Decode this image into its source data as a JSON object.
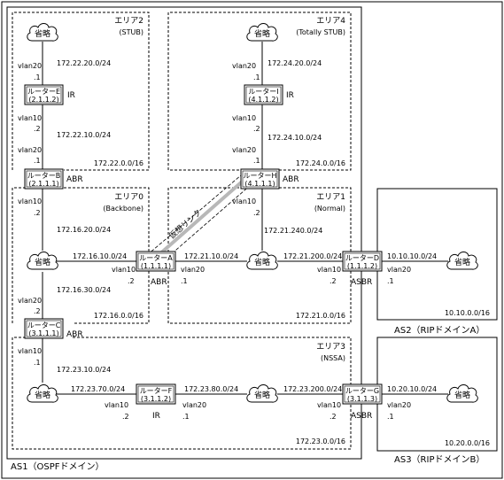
{
  "areas": {
    "area2": {
      "name": "エリア2",
      "sub": "(STUB)",
      "net": "172.22.0.0/16"
    },
    "area4": {
      "name": "エリア4",
      "sub": "(Totally STUB)",
      "net": "172.24.0.0/16"
    },
    "area0": {
      "name": "エリア0",
      "sub": "(Backbone)",
      "net": "172.16.0.0/16"
    },
    "area1": {
      "name": "エリア1",
      "sub": "(Normal)",
      "net": "172.21.0.0/16"
    },
    "area3": {
      "name": "エリア3",
      "sub": "(NSSA)",
      "net": "172.23.0.0/16"
    }
  },
  "domains": {
    "as1": "AS1（OSPFドメイン）",
    "as2": "AS2（RIPドメインA）",
    "as3": "AS3（RIPドメインB）",
    "as2_net": "10.10.0.0/16",
    "as3_net": "10.20.0.0/16"
  },
  "routers": {
    "A": {
      "name": "ルーターA",
      "id": "(1.1.1.1)",
      "role": "ABR"
    },
    "B": {
      "name": "ルーターB",
      "id": "(2.1.1.1)",
      "role": "ABR"
    },
    "C": {
      "name": "ルーターC",
      "id": "(3.1.1.1)",
      "role": "ABR"
    },
    "D": {
      "name": "ルーターD",
      "id": "(1.1.1.2)",
      "role": "ASBR"
    },
    "E": {
      "name": "ルーターE",
      "id": "(2.1.1.2)",
      "role": "IR"
    },
    "F": {
      "name": "ルーターF",
      "id": "(3.1.1.2)",
      "role": "IR"
    },
    "G": {
      "name": "ルーターG",
      "id": "(3.1.1.3)",
      "role": "ASBR"
    },
    "H": {
      "name": "ルーターH",
      "id": "(4.1.1.1)",
      "role": "ABR"
    },
    "I": {
      "name": "ルーターI",
      "id": "(4.1.1.2)",
      "role": "IR"
    }
  },
  "cloud_label": "省略",
  "virtual_link": "仮想リンク",
  "labels": {
    "c2_vlan": "vlan20",
    "c2_dot": ".1",
    "c2_net": "172.22.20.0/24",
    "e_vlan10": "vlan10",
    "e_dot": ".2",
    "e_net": "172.22.10.0/24",
    "b_vlan20": "vlan20",
    "b_dot1": ".1",
    "b_vlan10": "vlan10",
    "b_dot2": ".2",
    "b_net": "172.16.20.0/24",
    "c4_vlan": "vlan20",
    "c4_dot": ".1",
    "c4_net": "172.24.20.0/24",
    "i_vlan10": "vlan10",
    "i_dot": ".2",
    "i_net": "172.24.10.0/24",
    "h_vlan20": "vlan20",
    "h_dot1": ".1",
    "h_vlan10": "vlan10",
    "h_dot2": ".2",
    "h_net": "172.21.240.0/24",
    "a_net_left": "172.16.10.0/24",
    "a_vlan10": "vlan10",
    "a_dot2": ".2",
    "a_net_right": "172.21.10.0/24",
    "a_vlan20": "vlan20",
    "a_dot1": ".1",
    "d_net_left": "172.21.200.0/24",
    "d_vlan10": "vlan10",
    "d_dot2": ".2",
    "d_net_right": "10.10.10.0/24",
    "d_vlan20": "vlan20",
    "d_dot1": ".1",
    "c_net_up": "172.16.30.0/24",
    "c_vlan20": "vlan20",
    "c_dot2": ".2",
    "c_vlan10": "vlan10",
    "c_dot1": ".1",
    "c_net_down": "172.23.10.0/24",
    "f_net_left": "172.23.70.0/24",
    "f_vlan10": "vlan10",
    "f_dot2": ".2",
    "f_net_right": "172.23.80.0/24",
    "f_vlan20": "vlan20",
    "f_dot1": ".1",
    "g_net_left": "172.23.200.0/24",
    "g_vlan10": "vlan10",
    "g_dot2": ".2",
    "g_net_right": "10.20.10.0/24",
    "g_vlan20": "vlan20",
    "g_dot1": ".1"
  }
}
